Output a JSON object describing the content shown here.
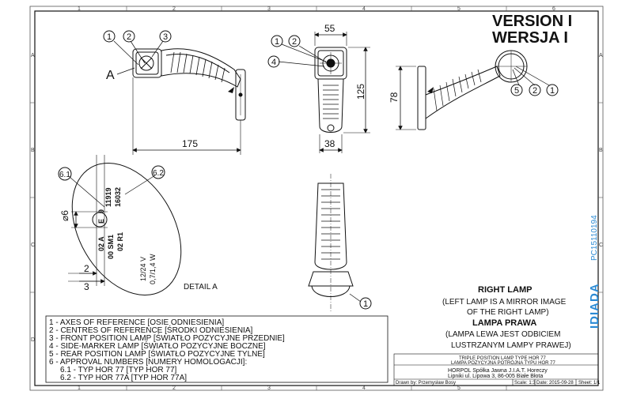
{
  "title": {
    "version_en": "VERSION I",
    "version_pl": "WERSJA I"
  },
  "zones": {
    "top": [
      "1",
      "2",
      "3",
      "4",
      "5",
      "6"
    ],
    "side": [
      "A",
      "B",
      "C",
      "D"
    ]
  },
  "front_view": {
    "reference_letter": "A",
    "dim_width": "175",
    "balloons": [
      "1",
      "2",
      "3"
    ]
  },
  "side_view": {
    "dim_top": "55",
    "dim_height": "125",
    "dim_bottom": "38",
    "balloons": [
      "1",
      "2",
      "4"
    ]
  },
  "rear_view": {
    "dim_height": "78",
    "balloons": [
      "5",
      "2",
      "1"
    ]
  },
  "bottom_view": {
    "balloons": [
      "1"
    ]
  },
  "detail": {
    "caption": "DETAIL A",
    "balloon_left": "6.1",
    "balloon_right": "6.2",
    "dim_diameter": "6",
    "dim_a": "2",
    "dim_b": "3",
    "e_symbol": "E",
    "approval_1": "9",
    "code_1": "11919",
    "code_2": "16032",
    "code_3": "02 A",
    "code_4": "00 SM1",
    "code_5": "02 R1",
    "voltage": "12/24 V",
    "power": "0,7/1,4 W"
  },
  "right_lamp": {
    "title_en": "RIGHT LAMP",
    "note_en_1": "(LEFT LAMP IS A MIRROR IMAGE",
    "note_en_2": "OF THE RIGHT LAMP)",
    "title_pl": "LAMPA PRAWA",
    "note_pl_1": "(LAMPA LEWA JEST ODBICIEM",
    "note_pl_2": "LUSTRZANYM LAMPY PRAWEJ)"
  },
  "legend": [
    "1 - AXES OF REFERENCE [OSIE ODNIESIENIA]",
    "2 - CENTRES OF REFERENCE [ŚRODKI ODNIESIENIA]",
    "3 - FRONT POSITION LAMP [ŚWIATŁO POZYCYJNE PRZEDNIE]",
    "4 - SIDE-MARKER LAMP [ŚWIATŁO POZYCYJNE BOCZNE]",
    "5 - REAR POSITION LAMP [ŚWIATŁO POZYCYJNE TYLNE]",
    "6 - APPROVAL NUMBERS [NUMERY HOMOLOGACJI]:",
    "6.1 - TYP HOR 77 [TYP HOR 77]",
    "6.2 - TYP HOR 77A [TYP HOR 77A]"
  ],
  "title_block": {
    "line1": "TRIPLE POSITION LAMP TYPE HOR 77",
    "line2": "LAMPA POZYCYJNA POTRÓJNA TYPU HOR 77",
    "company": "HORPOL Spółka Jawna   J.I.A.T. Horeczy",
    "address": "Lipniki ul. Lipowa 3, 86-005 Białe Błota",
    "drawn_by": "Drawn by: Przemysław Bosy",
    "scale": "Scale: 1:3",
    "date": "Date: 2015-09-28",
    "sheet": "Sheet: 1/1"
  },
  "logo": "IDIADA",
  "doc_code": "PC15110194",
  "colors": {
    "ink": "#111111",
    "accent": "#2a8ad4"
  }
}
